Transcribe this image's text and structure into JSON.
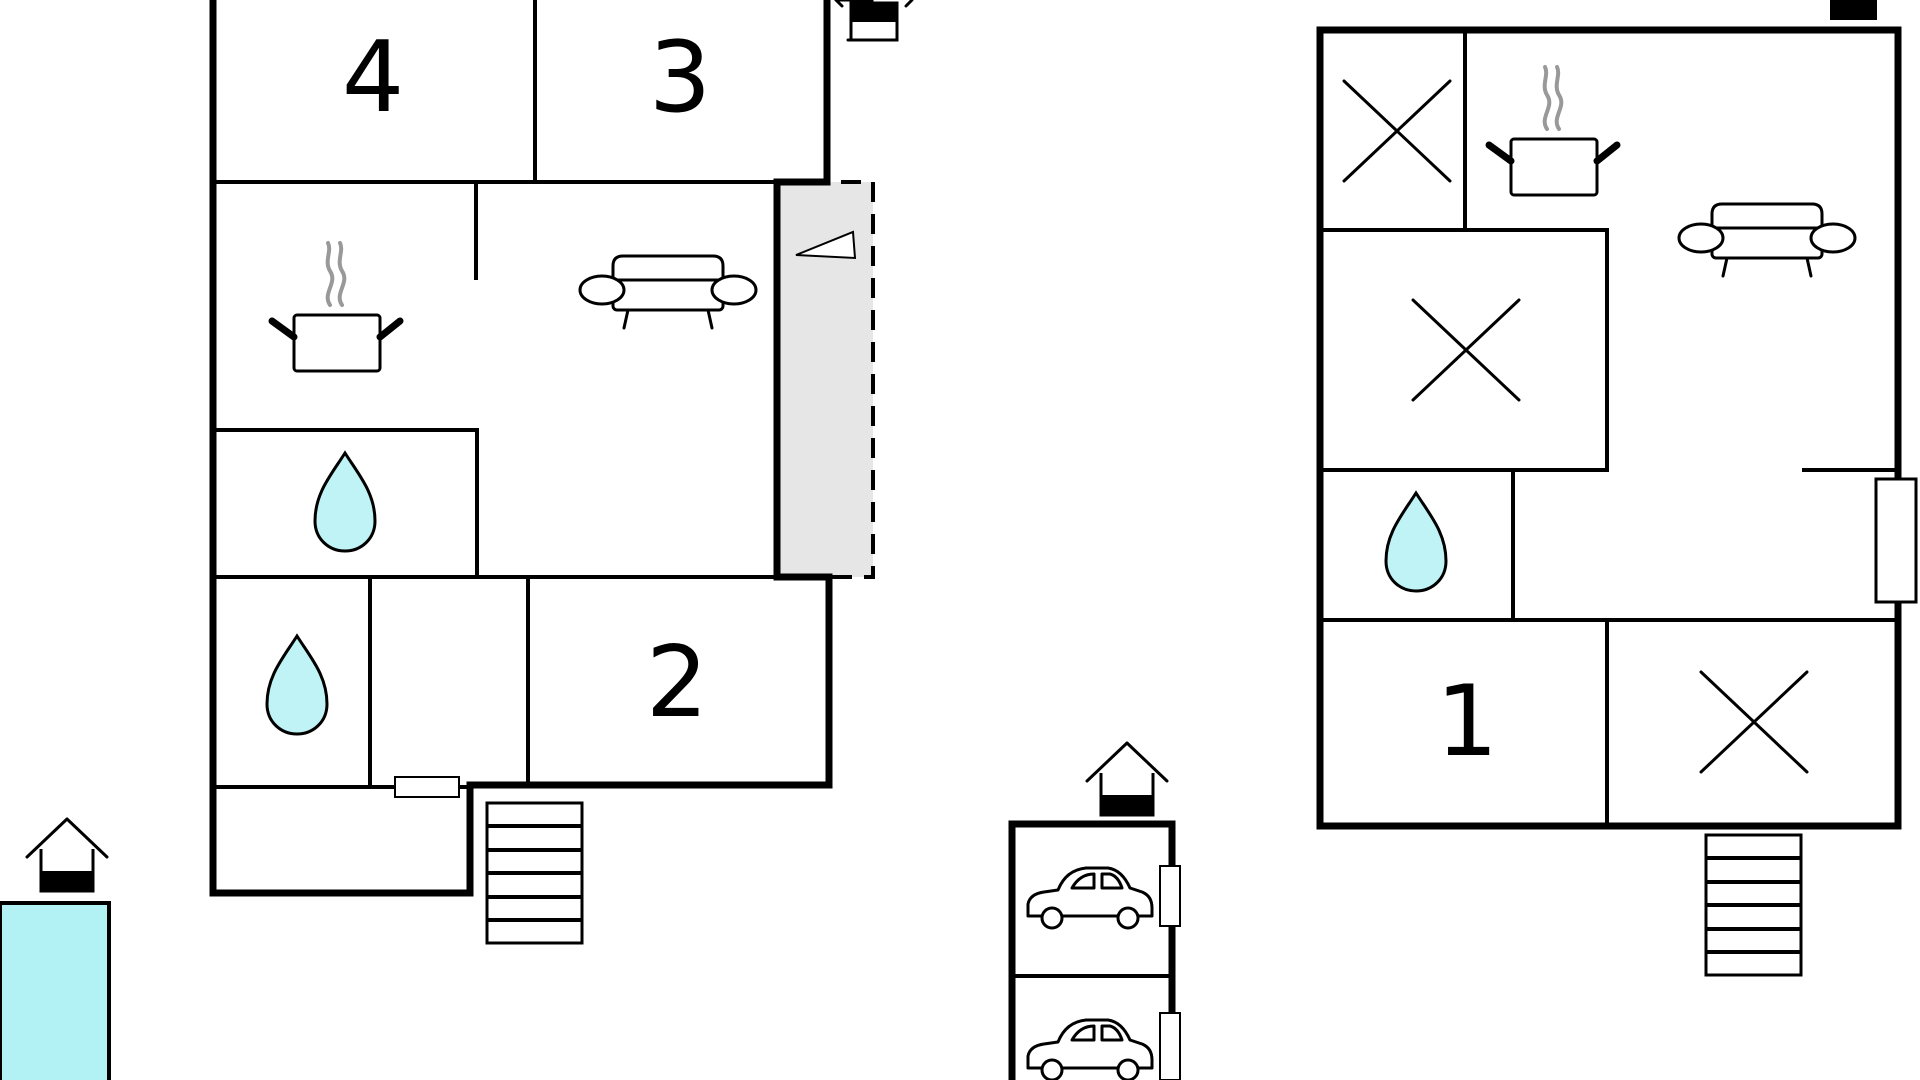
{
  "floor_plan": {
    "room_numbers": {
      "room_1": "1",
      "room_2": "2",
      "room_3": "3",
      "room_4": "4"
    },
    "colors": {
      "wall": "#000000",
      "background": "#ffffff",
      "water": "#bff3f6",
      "pool": "#b2f2f4",
      "terrace": "#e6e6e6",
      "steam": "#999999"
    },
    "icons": [
      "kitchen-pot-icon",
      "sofa-icon",
      "water-drop-icon",
      "cross-icon",
      "car-icon",
      "house-entrance-icon",
      "stairs-icon",
      "fireplace-triangle-icon",
      "door-icon"
    ]
  }
}
